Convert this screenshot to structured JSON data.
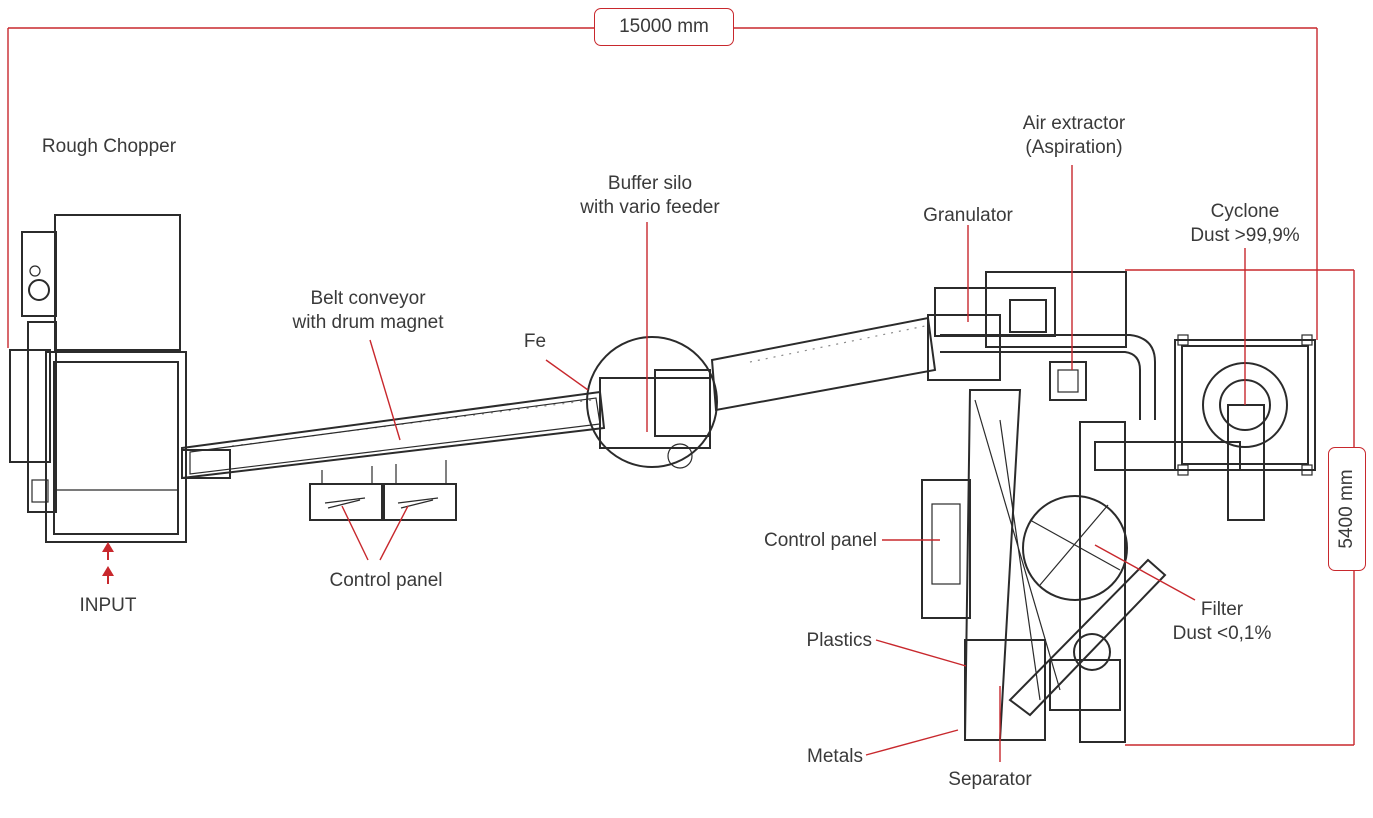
{
  "dimensions": {
    "width": "15000 mm",
    "height": "5400 mm"
  },
  "labels": {
    "rough_chopper": "Rough Chopper",
    "input": "INPUT",
    "belt_conveyor_1": "Belt conveyor",
    "belt_conveyor_2": "with drum magnet",
    "fe": "Fe",
    "buffer_silo_1": "Buffer silo",
    "buffer_silo_2": "with vario feeder",
    "control_panel_left": "Control panel",
    "granulator": "Granulator",
    "air_extractor_1": "Air extractor",
    "air_extractor_2": "(Aspiration)",
    "cyclone_1": "Cyclone",
    "cyclone_2": "Dust >99,9%",
    "control_panel_right": "Control panel",
    "filter_1": "Filter",
    "filter_2": "Dust <0,1%",
    "plastics": "Plastics",
    "metals": "Metals",
    "separator": "Separator"
  },
  "colors": {
    "accent": "#c8282d",
    "machine": "#2b2b2b",
    "text": "#3a3a3a"
  }
}
